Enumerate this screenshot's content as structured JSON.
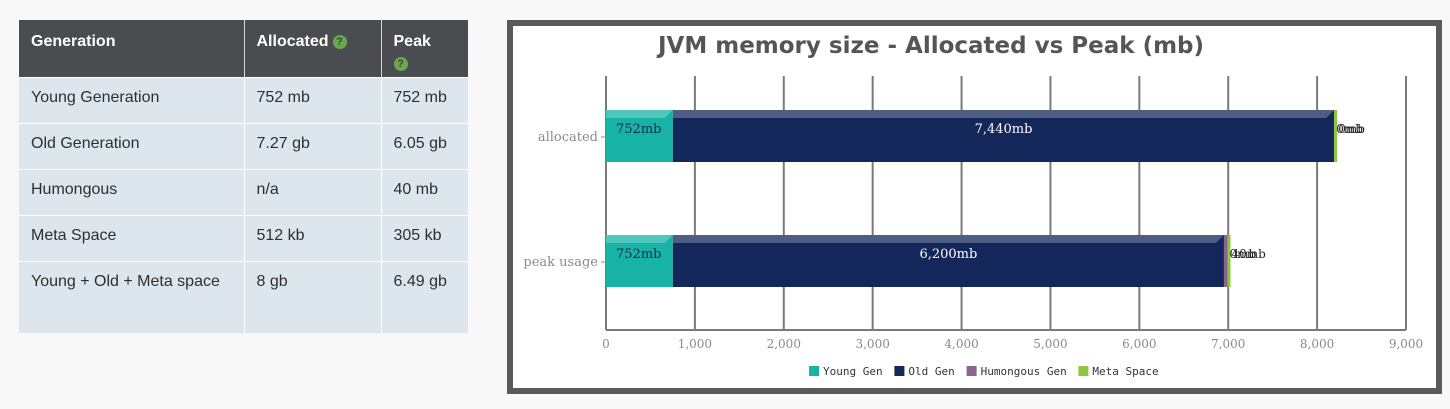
{
  "table": {
    "headers": [
      "Generation",
      "Allocated",
      "Peak"
    ],
    "rows": [
      [
        "Young Generation",
        "752 mb",
        "752 mb"
      ],
      [
        "Old Generation",
        "7.27 gb",
        "6.05 gb"
      ],
      [
        "Humongous",
        "n/a",
        "40 mb"
      ],
      [
        "Meta Space",
        "512 kb",
        "305 kb"
      ],
      [
        "Young + Old + Meta space",
        "8 gb",
        "6.49 gb"
      ]
    ],
    "help_icon_glyph": "?"
  },
  "chart_data": {
    "type": "bar",
    "orientation": "horizontal",
    "stacked": true,
    "title": "JVM memory size - Allocated vs Peak (mb)",
    "categories": [
      "allocated",
      "peak usage"
    ],
    "series": [
      {
        "name": "Young Gen",
        "color": "#16b3a6",
        "values": [
          752,
          752
        ],
        "labels": [
          "752mb",
          "752mb"
        ]
      },
      {
        "name": "Old Gen",
        "color": "#14275a",
        "values": [
          7440,
          6200
        ],
        "labels": [
          "7,440mb",
          "6,200mb"
        ]
      },
      {
        "name": "Humongous Gen",
        "color": "#8c6490",
        "values": [
          0,
          40
        ],
        "labels": [
          "",
          ""
        ]
      },
      {
        "name": "Meta Space",
        "color": "#8ec63f",
        "values": [
          0.5,
          0.3
        ],
        "labels": [
          "",
          ""
        ]
      }
    ],
    "outside_labels": [
      "0mb",
      "40mb"
    ],
    "xlim": [
      0,
      9000
    ],
    "xticks": [
      0,
      1000,
      2000,
      3000,
      4000,
      5000,
      6000,
      7000,
      8000,
      9000
    ],
    "xtick_labels": [
      "0",
      "1,000",
      "2,000",
      "3,000",
      "4,000",
      "5,000",
      "6,000",
      "7,000",
      "8,000",
      "9,000"
    ],
    "grid": true,
    "legend_position": "bottom-center"
  }
}
